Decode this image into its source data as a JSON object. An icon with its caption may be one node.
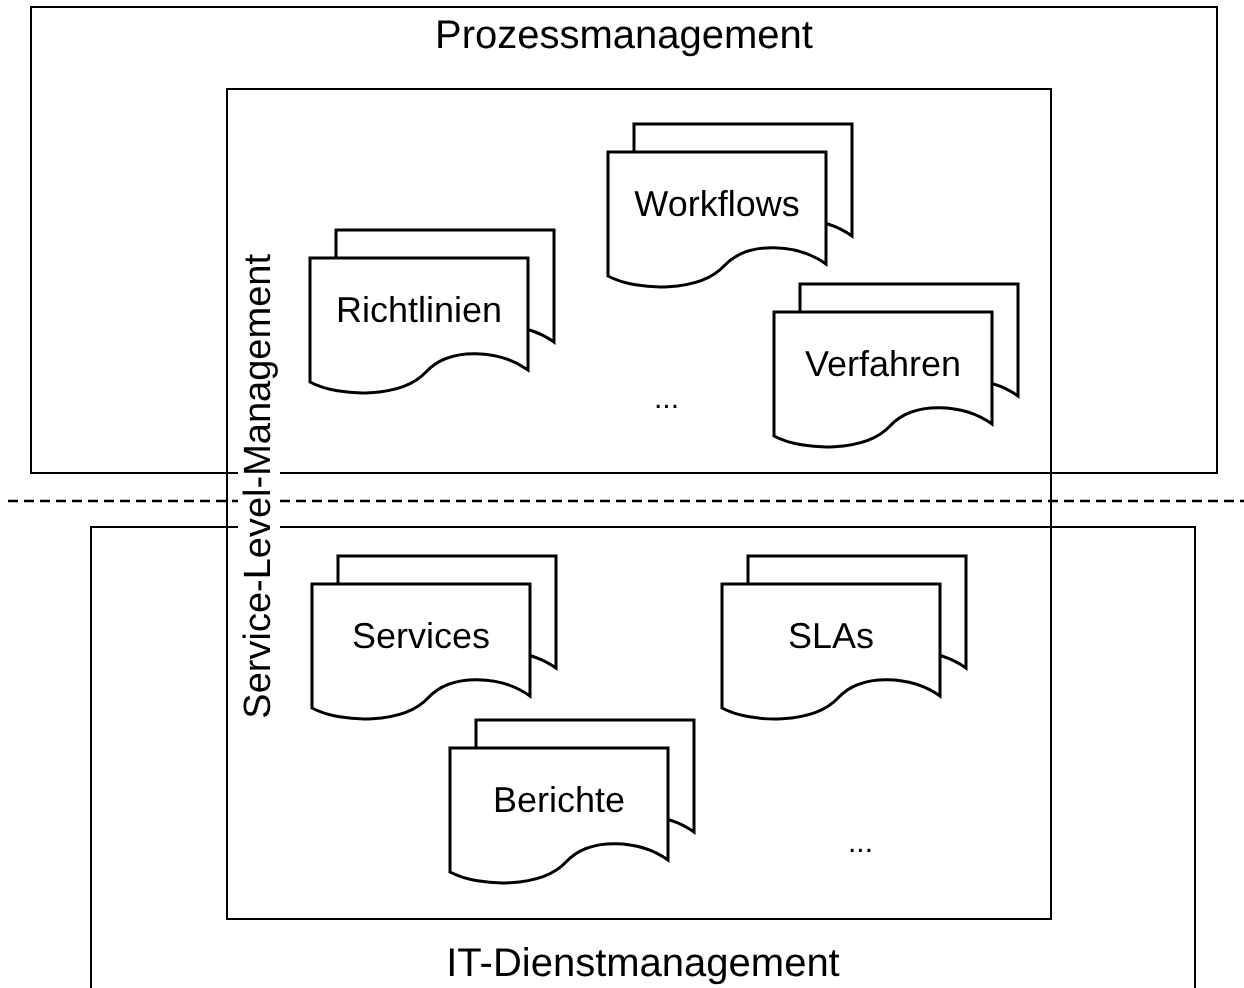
{
  "diagram": {
    "nodes": [
      {
        "text": [
          "Prozessmanagement"
        ]
      },
      {
        "text": [
          "Service-Level-Management"
        ]
      },
      {
        "text": [
          "Workflows"
        ]
      },
      {
        "text": [
          "Richtlinien"
        ]
      },
      {
        "text": [
          "Verfahren"
        ]
      },
      {
        "text": [
          "IT-Dienstmanagement"
        ]
      },
      {
        "text": [
          "Services"
        ]
      },
      {
        "text": [
          "SLAs"
        ]
      },
      {
        "text": [
          "Berichte"
        ]
      }
    ],
    "edges": [],
    "labels": [
      "...",
      "..."
    ]
  }
}
